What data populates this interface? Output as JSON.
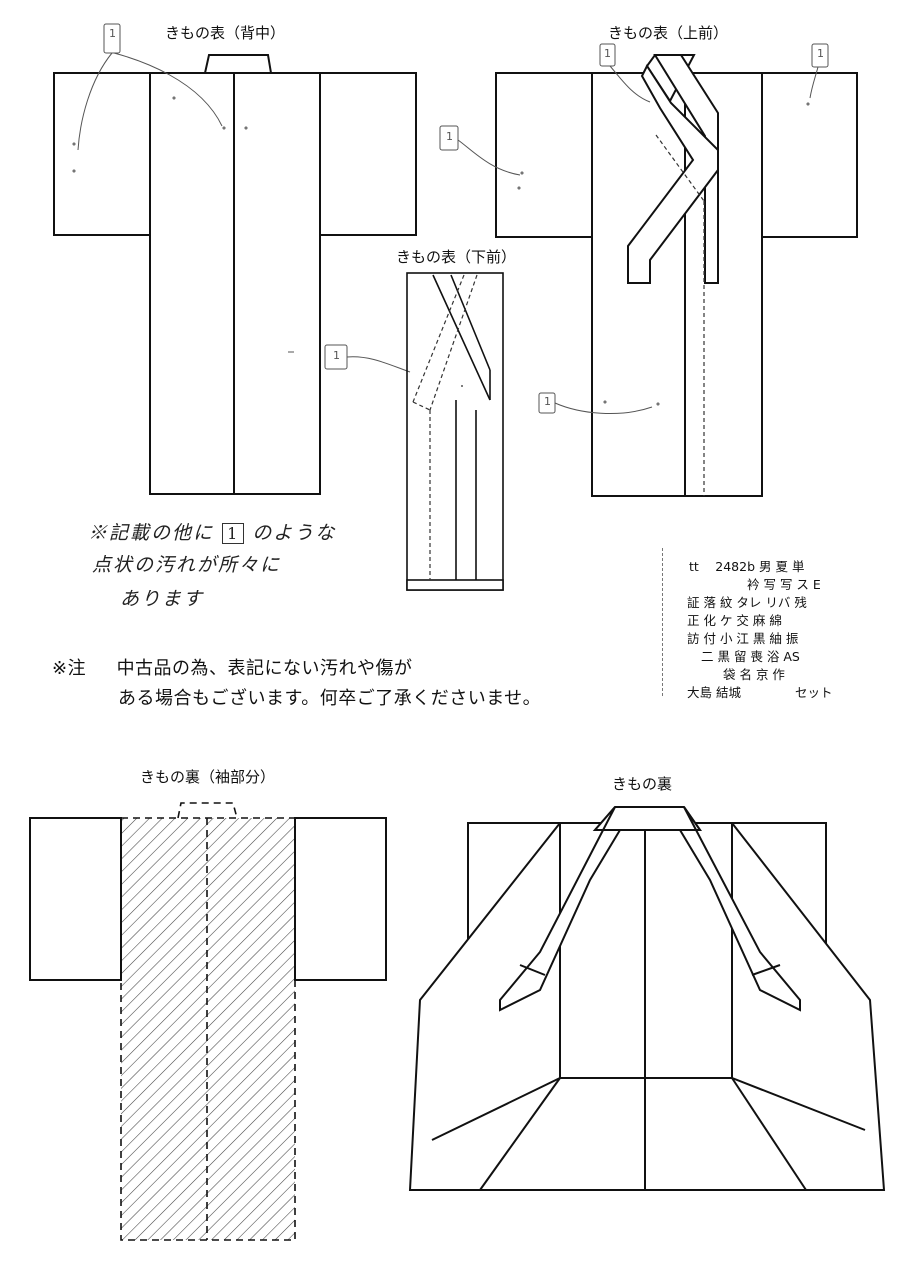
{
  "titles": {
    "back": "きもの表（背中）",
    "upper_front": "きもの表（上前）",
    "lower_front": "きもの表（下前）",
    "sleeve_lining": "きもの裏（袖部分）",
    "lining": "きもの裏"
  },
  "marker_label": "1",
  "handwritten": {
    "line1": "※記載の他に",
    "line1_box": "1",
    "line1_tail": "のような",
    "line2": "点状の汚れが所々に",
    "line3": "あります"
  },
  "notice": {
    "prefix": "※注",
    "line1": "中古品の為、表記にない汚れや傷が",
    "line2": "ある場合もございます。何卒ご了承くださいませ。"
  },
  "product_grid": {
    "rows": [
      "tt　 2482b 男 夏 単",
      "衿 写 写 ス E",
      "証 落 紋 タレ リバ 残",
      "正 化 ケ 交 麻 綿",
      "訪 付 小 江 黒 紬 振",
      "二 黒 留 喪 浴 AS",
      "袋 名 京 作",
      "大島 結城　　　　 セット"
    ]
  },
  "colors": {
    "line": "#111111",
    "hatch": "#444444",
    "marker": "#555555"
  }
}
